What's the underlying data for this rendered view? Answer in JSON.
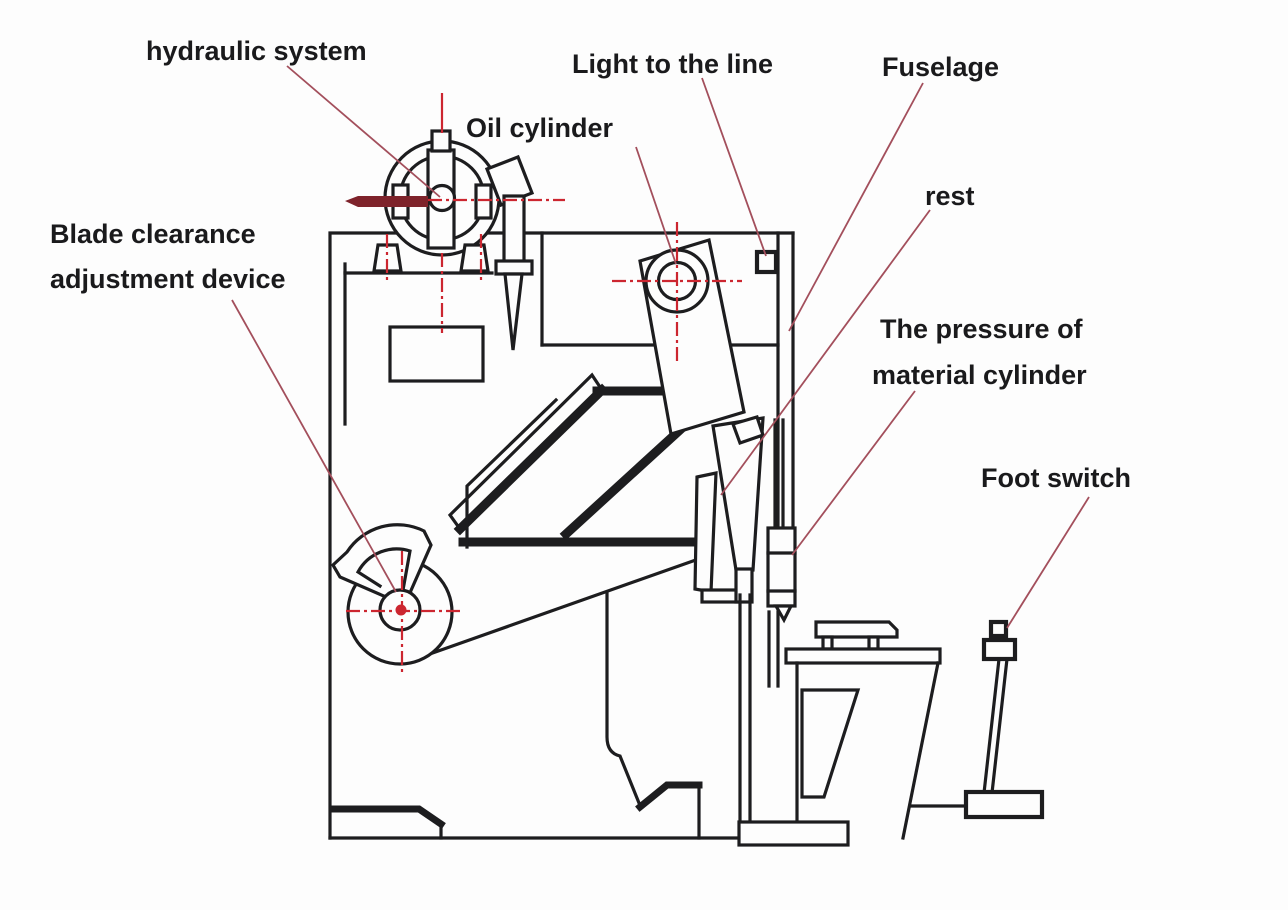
{
  "diagram": {
    "labels": {
      "hydraulic_system": "hydraulic system",
      "blade_clearance_line1": "Blade clearance",
      "blade_clearance_line2": "adjustment device",
      "oil_cylinder": "Oil cylinder",
      "light_to_the_line": "Light to the line",
      "fuselage": "Fuselage",
      "rest": "rest",
      "pressure_line1": "The pressure of",
      "pressure_line2": "material cylinder",
      "foot_switch": "Foot switch"
    },
    "colors": {
      "drawing_line": "#1d1d1f",
      "leader_line": "#a34f5c",
      "centerline_red": "#cc2630",
      "spindle_dark_red": "#7e232b",
      "text": "#1a1a1c",
      "background": "#fdfdfd"
    }
  }
}
